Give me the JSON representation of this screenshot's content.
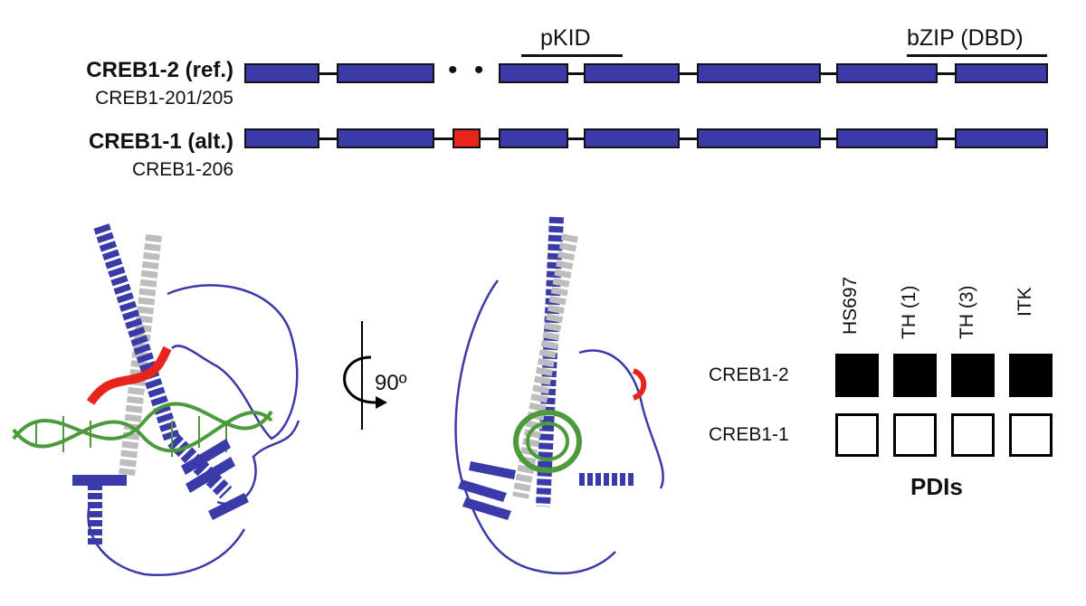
{
  "isoforms": [
    {
      "name": "CREB1-2 (ref.)",
      "transcript": "CREB1-201/205"
    },
    {
      "name": "CREB1-1 (alt.)",
      "transcript": "CREB1-206"
    }
  ],
  "domains": {
    "pkid": "pKID",
    "bzip": "bZIP (DBD)"
  },
  "exon_colors": {
    "constitutive": "#3a3aa8",
    "alternative": "#e8251c"
  },
  "rotation_label": "90º",
  "pdi_grid": {
    "title": "PDIs",
    "columns": [
      "HS697",
      "TH (1)",
      "TH (3)",
      "ITK"
    ],
    "rows": [
      {
        "label": "CREB1-2",
        "values": [
          true,
          true,
          true,
          true
        ]
      },
      {
        "label": "CREB1-1",
        "values": [
          false,
          false,
          false,
          false
        ]
      }
    ]
  }
}
